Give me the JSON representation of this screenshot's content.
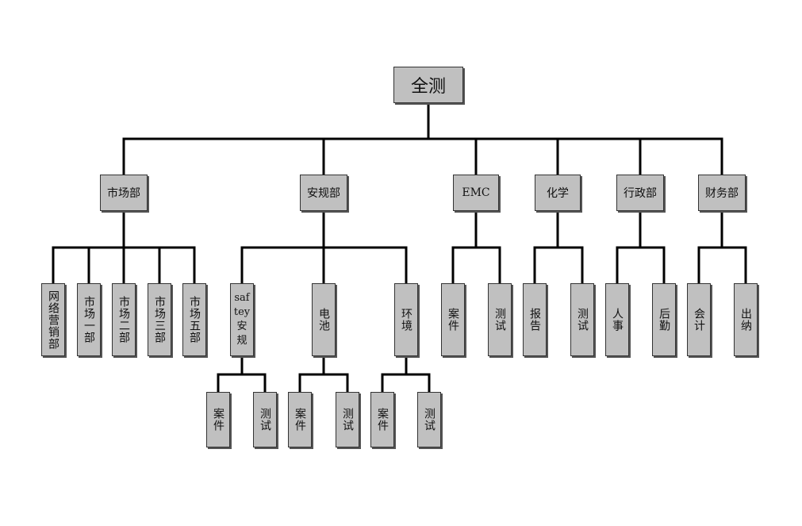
{
  "org": {
    "root": "全测",
    "departments": [
      {
        "name": "市场部",
        "children": [
          {
            "name": "网络营销部"
          },
          {
            "name": "市场一部"
          },
          {
            "name": "市场二部"
          },
          {
            "name": "市场三部"
          },
          {
            "name": "市场五部"
          }
        ]
      },
      {
        "name": "安规部",
        "children": [
          {
            "name": "saf\ntey\n安\n规",
            "children": [
              {
                "name": "案件"
              },
              {
                "name": "测试"
              }
            ]
          },
          {
            "name": "电池",
            "children": [
              {
                "name": "案件"
              },
              {
                "name": "测试"
              }
            ]
          },
          {
            "name": "环境",
            "children": [
              {
                "name": "案件"
              },
              {
                "name": "测试"
              }
            ]
          }
        ]
      },
      {
        "name": "EMC",
        "children": [
          {
            "name": "案件"
          },
          {
            "name": "测试"
          }
        ]
      },
      {
        "name": "化学",
        "children": [
          {
            "name": "报告"
          },
          {
            "name": "测试"
          }
        ]
      },
      {
        "name": "行政部",
        "children": [
          {
            "name": "人事"
          },
          {
            "name": "后勤"
          }
        ]
      },
      {
        "name": "财务部",
        "children": [
          {
            "name": "会计"
          },
          {
            "name": "出纳"
          }
        ]
      }
    ]
  }
}
